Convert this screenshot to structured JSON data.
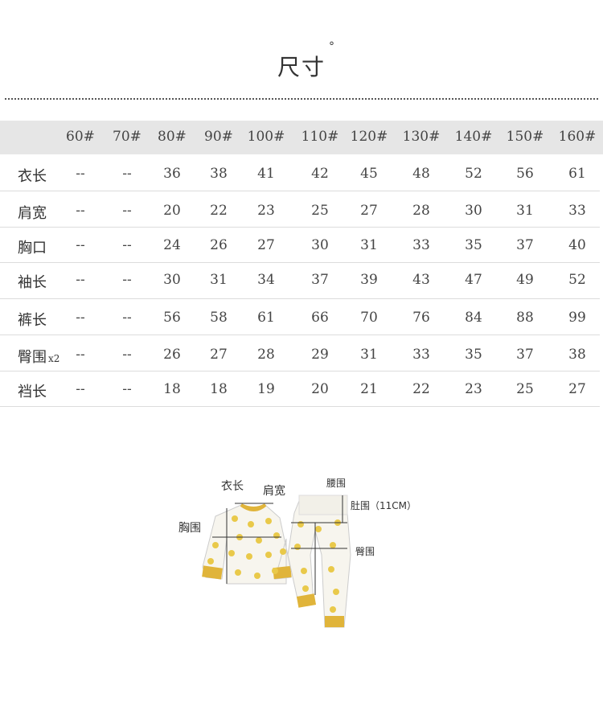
{
  "title": "尺寸",
  "title_mark": "°",
  "table": {
    "columns": [
      "60#",
      "70#",
      "80#",
      "90#",
      "100#",
      "110#",
      "120#",
      "130#",
      "140#",
      "150#",
      "160#"
    ],
    "rows": [
      {
        "label": "衣长",
        "suffix": "",
        "values": [
          "--",
          "--",
          "36",
          "38",
          "41",
          "42",
          "45",
          "48",
          "52",
          "56",
          "61"
        ]
      },
      {
        "label": "肩宽",
        "suffix": "",
        "values": [
          "--",
          "--",
          "20",
          "22",
          "23",
          "25",
          "27",
          "28",
          "30",
          "31",
          "33"
        ]
      },
      {
        "label": "胸口",
        "suffix": "",
        "values": [
          "--",
          "--",
          "24",
          "26",
          "27",
          "30",
          "31",
          "33",
          "35",
          "37",
          "40"
        ]
      },
      {
        "label": "袖长",
        "suffix": "",
        "values": [
          "--",
          "--",
          "30",
          "31",
          "34",
          "37",
          "39",
          "43",
          "47",
          "49",
          "52"
        ]
      },
      {
        "label": "裤长",
        "suffix": "",
        "values": [
          "--",
          "--",
          "56",
          "58",
          "61",
          "66",
          "70",
          "76",
          "84",
          "88",
          "99"
        ]
      },
      {
        "label": "臀围",
        "suffix": "x2",
        "values": [
          "--",
          "--",
          "26",
          "27",
          "28",
          "29",
          "31",
          "33",
          "35",
          "37",
          "38"
        ]
      },
      {
        "label": "裆长",
        "suffix": "",
        "values": [
          "--",
          "--",
          "18",
          "18",
          "19",
          "20",
          "21",
          "22",
          "23",
          "25",
          "27"
        ]
      }
    ]
  },
  "diagram": {
    "labels": {
      "length": "衣长",
      "shoulder": "肩宽",
      "chest": "胸围",
      "waist": "腰围",
      "belly": "肚围（11CM）",
      "hip": "臀围"
    },
    "colors": {
      "garment": "#f7f5ee",
      "trim": "#e0b43a",
      "dots": "#e9c94a",
      "outline": "#333333"
    }
  }
}
